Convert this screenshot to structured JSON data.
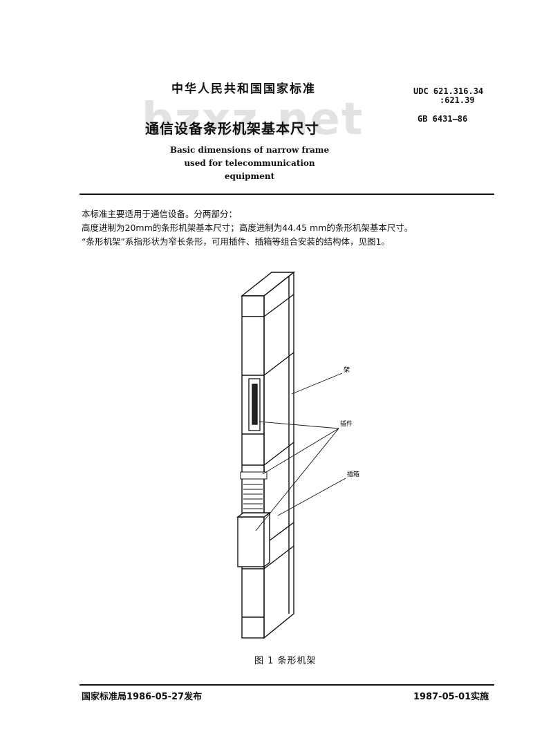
{
  "header": {
    "standard_cn": "中华人民共和国国家标准",
    "udc_line1": "UDC 621.316.34",
    "udc_line2": ":621.39",
    "gb": "GB 6431—86",
    "watermark": "bzxz.net"
  },
  "title": {
    "cn": "通信设备条形机架基本尺寸",
    "en_line1": "Basic dimensions of narrow frame",
    "en_line2": "used for telecommunication equipment"
  },
  "body": {
    "para1": "本标准主要适用于通信设备。分两部分：",
    "para2": "高度进制为20mm的条形机架基本尺寸；高度进制为44.45 mm的条形机架基本尺寸。",
    "para3": "“条形机架”系指形状为窄长条形，可用插件、插箱等组合安装的结构体，见图1。"
  },
  "figure": {
    "label_frame": "架",
    "label_plugin": "插件",
    "label_box": "插箱",
    "caption": "图 1   条形机架"
  },
  "footer": {
    "issued": "国家标准局1986-05-27发布",
    "effective": "1987-05-01实施"
  }
}
